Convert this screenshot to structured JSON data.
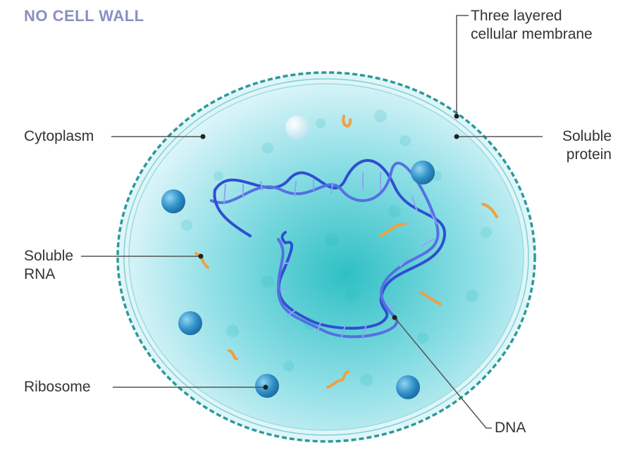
{
  "title": "NO CELL WALL",
  "labels": {
    "membrane_line1": "Three layered",
    "membrane_line2": "cellular membrane",
    "cytoplasm": "Cytoplasm",
    "soluble_protein_line1": "Soluble",
    "soluble_protein_line2": "protein",
    "soluble_rna_line1": "Soluble",
    "soluble_rna_line2": "RNA",
    "ribosome": "Ribosome",
    "dna": "DNA"
  },
  "colors": {
    "title": "#8a8fc2",
    "membrane": "#2a9a9a",
    "cytoplasm_center": "#3cc6c6",
    "cytoplasm_edge": "#e4f7fa",
    "dna": "#2f4fd0",
    "ribosome": "#2f8fc8",
    "rna": "#f0a040",
    "leader": "#555555"
  }
}
